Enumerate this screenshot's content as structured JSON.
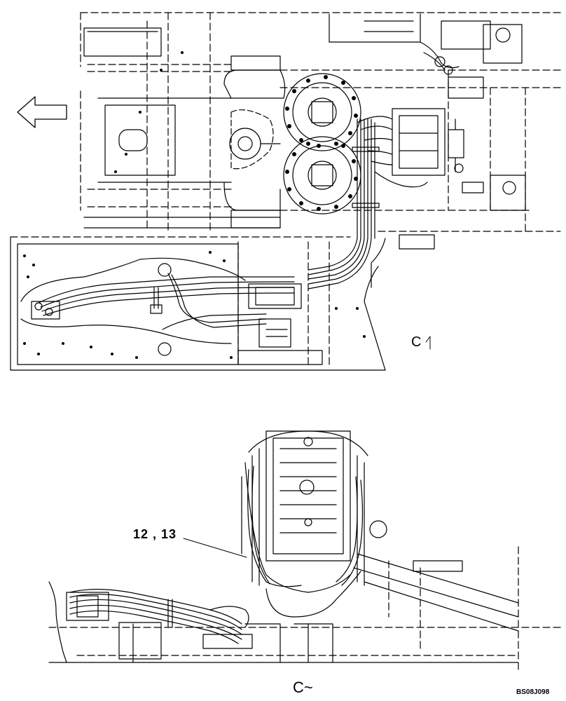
{
  "labels": {
    "callout": "12 , 13",
    "view_marker_top": "C",
    "view_marker_bottom": "C~",
    "drawing_code": "BS08J098"
  }
}
